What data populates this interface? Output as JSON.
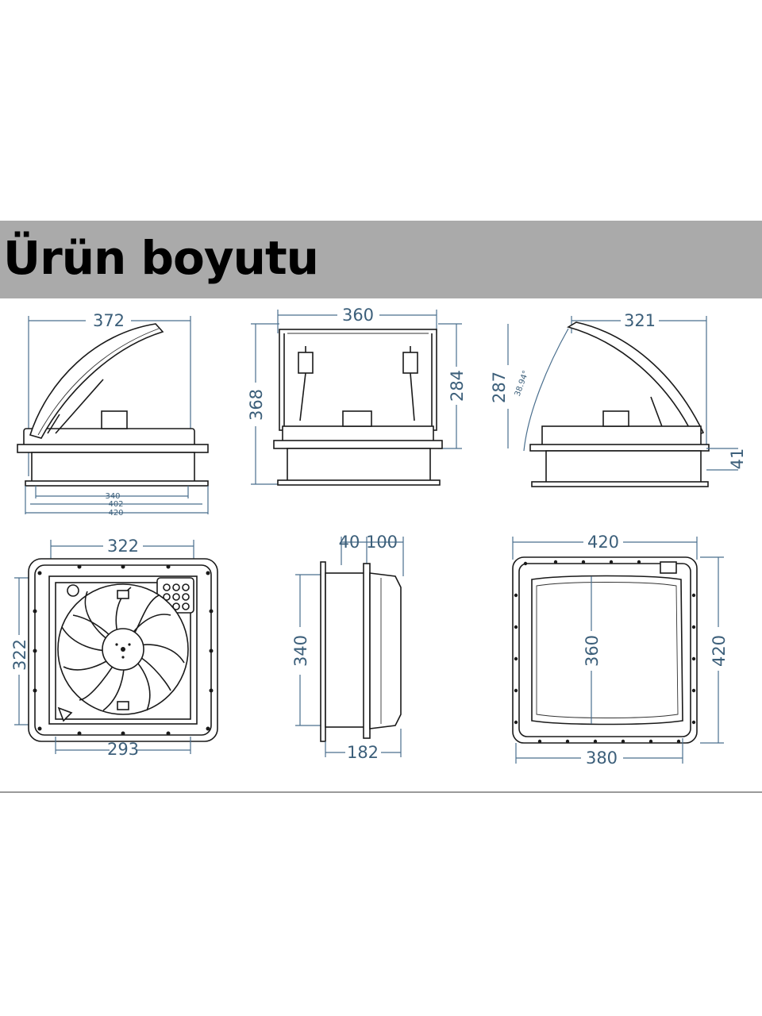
{
  "header": {
    "title": "Ürün boyutu"
  },
  "colors": {
    "band": "#aaaaaa",
    "dimension": "#3c5f7a",
    "outline": "#1a1a1a"
  },
  "views": {
    "side_left": {
      "width_top": "372",
      "w340": "340",
      "w402": "402",
      "w420": "420"
    },
    "front": {
      "width": "360",
      "height_total": "368",
      "height_open": "284"
    },
    "side_right": {
      "width": "321",
      "height": "287",
      "angle": "38.94°",
      "flange": "41"
    },
    "bottom": {
      "width": "322",
      "height": "322",
      "fan_width": "293"
    },
    "section": {
      "d40": "40",
      "d100": "100",
      "height": "340",
      "depth": "182"
    },
    "top": {
      "width": "420",
      "inner": "360",
      "height": "420",
      "base": "380"
    }
  }
}
